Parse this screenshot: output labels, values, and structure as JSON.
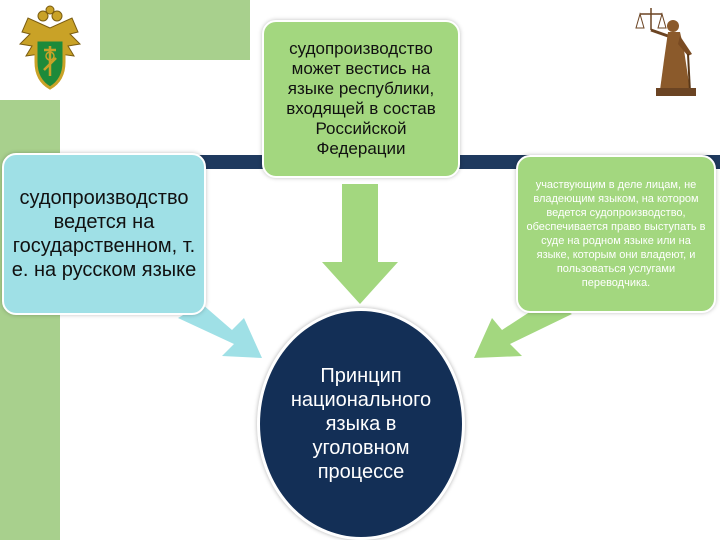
{
  "diagram": {
    "center": {
      "label": "Принцип национального языка в уголовном процессе"
    },
    "nodes": {
      "left": "судопроизводство ведется на государственном, т. е. на русском языке",
      "top": "судопроизводство может вестись на языке республики, входящей в состав Российской Федерации",
      "right": "участвующим в деле лицам, не владеющим языком, на котором ведется судопроизводство, обеспечивается право выступать в суде на родном языке или на языке, которым они владеют, и пользоваться услугами переводчика."
    },
    "colors": {
      "accent_green": "#a8d08d",
      "node_fill_cyan": "#9fe0e6",
      "node_fill_green": "#a3d77f",
      "center_fill": "#132f56",
      "arrow_cyan": "#9fe0e6",
      "arrow_green": "#a3d77f"
    },
    "icons": [
      "coat-of-arms-icon",
      "themis-statue-icon"
    ]
  }
}
